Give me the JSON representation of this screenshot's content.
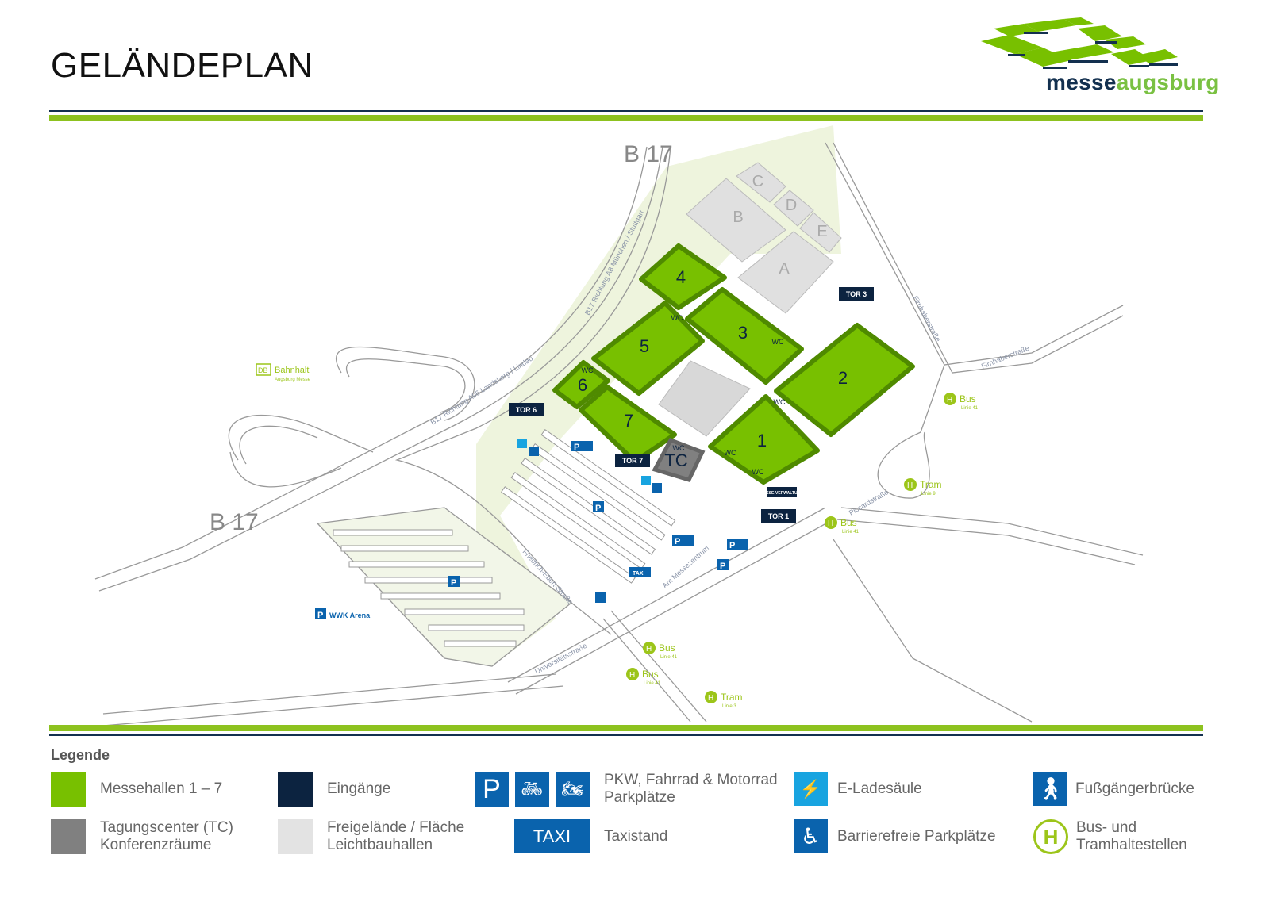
{
  "header": {
    "title": "GELÄNDEPLAN",
    "logo_part1": "messe",
    "logo_part2": "augsburg"
  },
  "colors": {
    "hall": "#78c000",
    "hall_dark": "#4f8a00",
    "entrance": "#0c2340",
    "tc": "#808080",
    "open_area": "#e0e0e0",
    "parking_blue": "#0a63ad",
    "charging_blue": "#18a4e0",
    "stop_green": "#9cc51a",
    "rule_green": "#8dc21f"
  },
  "map": {
    "roads": {
      "b17_top": "B 17",
      "b17_left": "B 17",
      "b17_north": "B17 Richtung A8 München / Stuttgart",
      "b17_west": "B17 Richtung A96 Landsberg / Lindau",
      "friedrich": "Friedrich-Ebert-Straße",
      "messezentrum": "Am Messezentrum",
      "universitaet": "Universitätsstraße",
      "firnhaber1": "Firnhaberstraße",
      "firnhaber2": "Firnhaberstraße",
      "piccard": "Piccardstraße"
    },
    "halls": [
      "1",
      "2",
      "3",
      "4",
      "5",
      "6",
      "7"
    ],
    "tc": "TC",
    "open_areas": [
      "A",
      "B",
      "C",
      "D",
      "E"
    ],
    "gates": {
      "tor1": "TOR 1",
      "tor3": "TOR 3",
      "tor6": "TOR 6",
      "tor7": "TOR 7",
      "admin": "MESSE-VERWALTUNG"
    },
    "wc": "WC",
    "taxi": "TAXI",
    "parking": "P",
    "bahnhalt": {
      "name": "Bahnhalt",
      "sub": "Augsburg Messe",
      "logo": "DB"
    },
    "wwk": "WWK Arena",
    "stops": [
      {
        "name": "Bus",
        "line": "Linie 41"
      },
      {
        "name": "Tram",
        "line": "Linie 9"
      },
      {
        "name": "Bus",
        "line": "Linie 41"
      },
      {
        "name": "Bus",
        "line": "Linie 41"
      },
      {
        "name": "Bus",
        "line": "Linie 41"
      },
      {
        "name": "Tram",
        "line": "Linie 3"
      }
    ],
    "stop_symbol": "H"
  },
  "legend": {
    "title": "Legende",
    "items": {
      "halls": "Messehallen 1 – 7",
      "tc1": "Tagungscenter (TC)",
      "tc2": "Konferenzräume",
      "entrances": "Eingänge",
      "open1": "Freigelände / Fläche",
      "open2": "Leichtbauhallen",
      "parking1": "PKW, Fahrrad & Motorrad",
      "parking2": "Parkplätze",
      "taxi": "Taxistand",
      "taxi_sign": "TAXI",
      "p_sign": "P",
      "charging": "E-Ladesäule",
      "accessible": "Barrierefreie Parkplätze",
      "bridge": "Fußgängerbrücke",
      "stops1": "Bus- und",
      "stops2": "Tramhaltestellen",
      "h_sign": "H"
    }
  }
}
